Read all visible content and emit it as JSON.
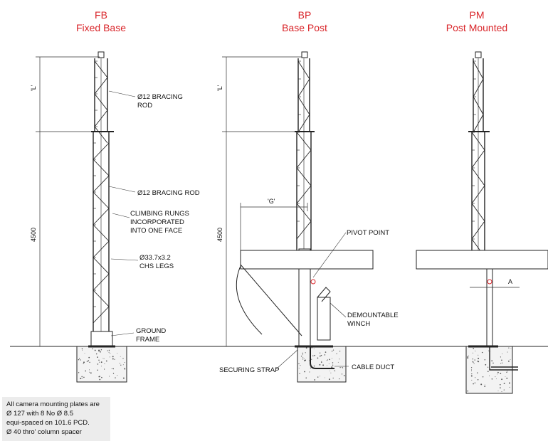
{
  "sections": [
    {
      "code": "FB",
      "name": "Fixed Base"
    },
    {
      "code": "BP",
      "name": "Base Post"
    },
    {
      "code": "PM",
      "name": "Post Mounted"
    }
  ],
  "dims": {
    "L": "'L'",
    "height": "4500",
    "G": "'G'",
    "A": "A"
  },
  "labels": {
    "bracing_rod_1": [
      "Ø12 BRACING",
      "ROD"
    ],
    "bracing_rod_2": "Ø12 BRACING ROD",
    "climbing": [
      "CLIMBING RUNGS",
      "INCORPORATED",
      "INTO ONE FACE"
    ],
    "chs": [
      "Ø33.7x3.2",
      "CHS LEGS"
    ],
    "ground": [
      "GROUND",
      "FRAME"
    ],
    "pivot": "PIVOT POINT",
    "winch": [
      "DEMOUNTABLE",
      "WINCH"
    ],
    "strap": "SECURING STRAP",
    "duct": "CABLE DUCT"
  },
  "note": [
    "All camera mounting plates are",
    "Ø 127 with 8 No Ø 8.5",
    "equi-spaced on 101.6 PCD.",
    "Ø 40 thro' column spacer"
  ]
}
